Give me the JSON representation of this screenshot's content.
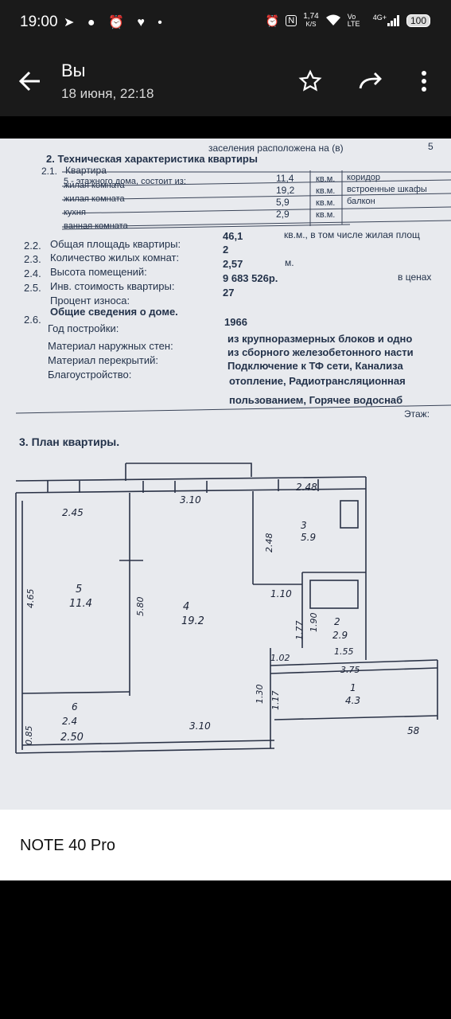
{
  "status_bar": {
    "time": "19:00",
    "left_icons": "➤ ● ⏰ ♥ •",
    "net_speed_value": "1,74",
    "net_speed_unit": "K/S",
    "volte": "Vo LTE",
    "signal": "4G+",
    "battery": "100"
  },
  "header": {
    "sender": "Вы",
    "date": "18 июня, 22:18",
    "icons": [
      "arrow-back-icon",
      "star-icon",
      "forward-icon",
      "more-vertical-icon"
    ]
  },
  "document": {
    "section2_title": "2.  Техническая характеристика квартиры",
    "settled": "заселения расположена  на (в)",
    "settled_num": "5",
    "s21_num": "2.1.",
    "s21_label": "Квартира",
    "s21_sub": "5   - этажного дома, состоит из:",
    "rooms": [
      {
        "name": "жилая комната",
        "area": "11,4",
        "unit": "кв.м.",
        "extra": "коридор"
      },
      {
        "name": "жилая комната",
        "area": "19,2",
        "unit": "кв.м.",
        "extra": "встроенные шкафы"
      },
      {
        "name": "кухня",
        "area": "5,9",
        "unit": "кв.м.",
        "extra": "балкон"
      },
      {
        "name": "ванная комната",
        "area": "2,9",
        "unit": "кв.м.",
        "extra": ""
      }
    ],
    "rows": [
      {
        "num": "2.2.",
        "label": "Общая площадь квартиры:",
        "value": "46,1",
        "note": "кв.м., в том числе жилая площ"
      },
      {
        "num": "2.3.",
        "label": "Количество жилых комнат:",
        "value": "2",
        "note": ""
      },
      {
        "num": "2.4.",
        "label": "Высота помещений:",
        "value": "2,57",
        "note": "м."
      },
      {
        "num": "2.5.",
        "label": "Инв. стоимость квартиры:",
        "value": "9 683 526р.",
        "note": "в ценах"
      },
      {
        "num": "",
        "label": "Процент износа:",
        "value": "27",
        "note": ""
      }
    ],
    "s26_num": "2.6.",
    "s26_title": "Общие сведения о доме.",
    "house": [
      {
        "label": "Год постройки:",
        "value": "1966"
      },
      {
        "label": "Материал наружных стен:",
        "value": "из крупноразмерных блоков и одно"
      },
      {
        "label": "Материал перекрытий:",
        "value": "из сборного железобетонного насти"
      },
      {
        "label": "Благоустройство:",
        "value": "Подключение к ТФ сети,  Канализа"
      }
    ],
    "extra_lines": [
      "отопление,  Радиотрансляционная",
      "пользованием,  Горячее водоснаб"
    ],
    "floor_label": "Этаж:",
    "section3_title": "3.  План квартиры.",
    "plan_labels": {
      "top_left": "2.45",
      "top_mid": "3.10",
      "top_right": "2.48",
      "r5_num": "5",
      "r5_area": "11.4",
      "r4_num": "4",
      "r4_area": "19.2",
      "r3_num": "3",
      "r3_area": "5.9",
      "r2_num": "2",
      "r2_area": "2.9",
      "r1_num": "1",
      "r1_area": "4.3",
      "r6_num": "6",
      "r6_area": "2.4",
      "d465": "4.65",
      "d580": "5.80",
      "d248v": "2.48",
      "d110": "1.10",
      "d177": "1.77",
      "d190": "1.90",
      "d155": "1.55",
      "d102": "1.02",
      "d375": "3.75",
      "d130": "1.30",
      "d117": "1.17",
      "d085": "0.85",
      "d250": "2.50",
      "d310b": "3.10",
      "d58": "58"
    }
  },
  "caption": "NOTE 40 Pro"
}
